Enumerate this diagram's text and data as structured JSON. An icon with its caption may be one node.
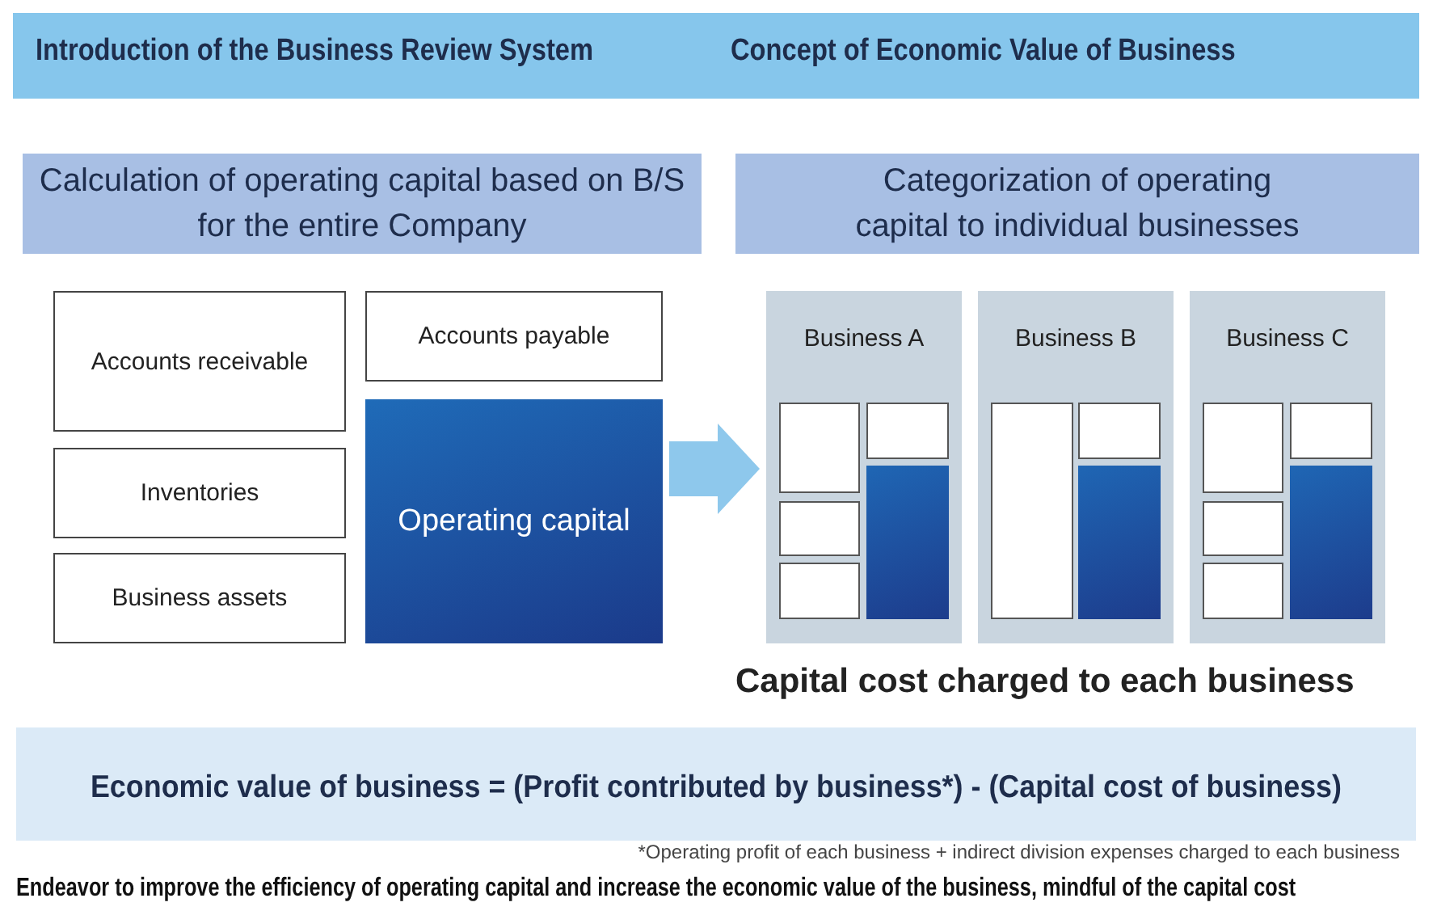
{
  "diagram": {
    "nodes": [
      {
        "text": [
          "Introduction of the Business Review System",
          "Concept of Economic Value of Business"
        ]
      },
      {
        "text": [
          "Calculation of operating capital based on B/S for the entire Company"
        ]
      },
      {
        "text": [
          "Categorization of operating capital to individual businesses"
        ]
      },
      {
        "text": [
          "Accounts receivable"
        ]
      },
      {
        "text": [
          "Inventories"
        ]
      },
      {
        "text": [
          "Business assets"
        ]
      },
      {
        "text": [
          "Accounts payable"
        ]
      },
      {
        "text": [
          "Operating capital"
        ]
      },
      {
        "text": [
          "Business A"
        ]
      },
      {
        "text": [],
        "shape": "box",
        "in": 8
      },
      {
        "text": [],
        "shape": "box",
        "in": 8
      },
      {
        "text": [],
        "shape": "box",
        "in": 8
      },
      {
        "text": [],
        "shape": "box",
        "in": 8
      },
      {
        "text": [],
        "shape": "bar",
        "in": 8
      },
      {
        "text": [
          "Business B"
        ]
      },
      {
        "text": [],
        "shape": "box",
        "in": 14
      },
      {
        "text": [],
        "shape": "box",
        "in": 14
      },
      {
        "text": [],
        "shape": "bar",
        "in": 14
      },
      {
        "text": [
          "Business C"
        ]
      },
      {
        "text": [],
        "shape": "box",
        "in": 18
      },
      {
        "text": [],
        "shape": "box",
        "in": 18
      },
      {
        "text": [],
        "shape": "box",
        "in": 18
      },
      {
        "text": [],
        "shape": "box",
        "in": 18
      },
      {
        "text": [],
        "shape": "bar",
        "in": 18
      },
      {
        "text": [
          "Economic value of business = (Profit contributed by business*) - (Capital cost of business)"
        ]
      }
    ],
    "edges": [
      {
        "from": 7,
        "to": 8,
        "arrow": "to",
        "color": "#8ec8ec"
      }
    ],
    "labels": [
      "Capital cost charged to each business",
      "*Operating profit of each business + indirect division expenses charged to each business",
      "Endeavor to improve the efficiency of operating capital and increase the economic value of the business, mindful of the capital cost"
    ]
  }
}
